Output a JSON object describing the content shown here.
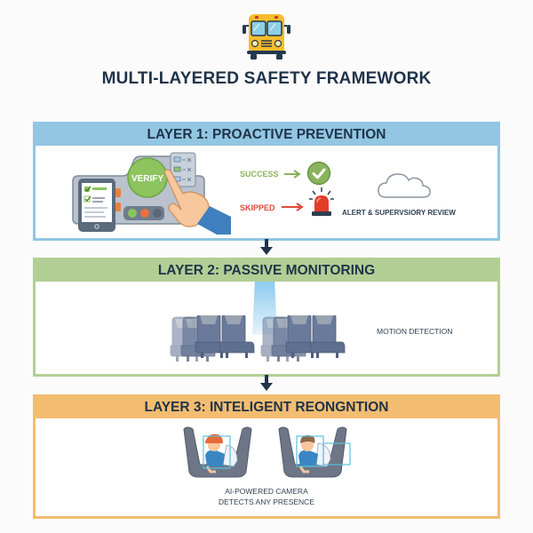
{
  "header": {
    "icon": "school-bus-icon",
    "title": "MULTI-LAYERED SAFETY FRAMEWORK"
  },
  "layers": [
    {
      "title": "LAYER 1: PROACTIVE PREVENTION",
      "color": "#92c6e2",
      "device": {
        "button_label": "VERIFY",
        "icons": [
          "tablet-checklist-icon",
          "control-panel-icon",
          "hand-pointer-icon"
        ]
      },
      "outcomes": [
        {
          "label": "SUCCESS",
          "color": "#8ab35c",
          "icon": "check-circle-icon"
        },
        {
          "label": "SKIPPED",
          "color": "#e04a3c",
          "icon": "alarm-siren-icon"
        }
      ],
      "cloud_icon": "cloud-icon",
      "alert_label": "ALERT & SUPERVSIORY REVIEW"
    },
    {
      "title": "LAYER 2: PASSIVE MONITORING",
      "color": "#b1cf94",
      "icons": [
        "motion-sensor-beam-icon",
        "bus-seats-icon"
      ],
      "caption": "MOTION DETECTION"
    },
    {
      "title": "LAYER 3: INTELIGENT REONGNTION",
      "color": "#f3bd71",
      "icons": [
        "child-in-seat-detected-icon",
        "child-in-seat-detected-icon"
      ],
      "caption_line1": "AI-POWERED CAMERA",
      "caption_line2": "DETECTS ANY PRESENCE"
    }
  ],
  "connectors": [
    "arrow-down-icon",
    "arrow-down-icon"
  ]
}
